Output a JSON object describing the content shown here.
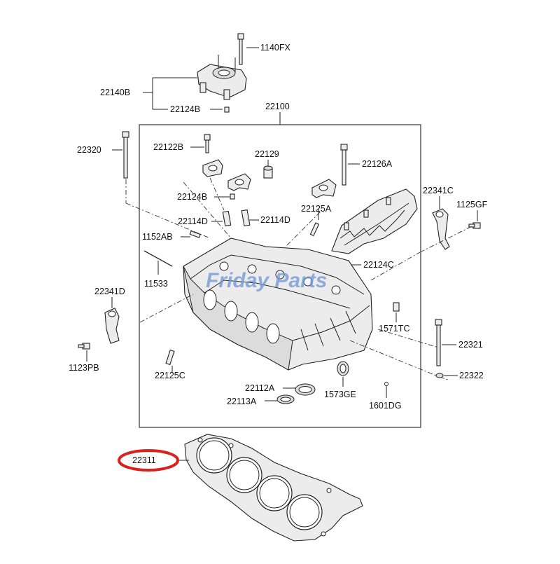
{
  "diagram": {
    "watermark": "Friday Parts",
    "highlight_color": "#d9221c",
    "labels": {
      "p1140FX": "1140FX",
      "p22140B": "22140B",
      "p22124B_top": "22124B",
      "p22100": "22100",
      "p22320": "22320",
      "p22122B": "22122B",
      "p22129": "22129",
      "p22126A": "22126A",
      "p22124B_mid": "22124B",
      "p22341C": "22341C",
      "p1125GF": "1125GF",
      "p22125A": "22125A",
      "p22114D_left": "22114D",
      "p22114D_right": "22114D",
      "p1152AB": "1152AB",
      "p22124C": "22124C",
      "p11533": "11533",
      "p22341D": "22341D",
      "p1571TC": "1571TC",
      "p22321": "22321",
      "p1123PB": "1123PB",
      "p22125C": "22125C",
      "p22322": "22322",
      "p22112A": "22112A",
      "p1573GE": "1573GE",
      "p22113A": "22113A",
      "p1601DG": "1601DG",
      "p22311": "22311"
    }
  }
}
